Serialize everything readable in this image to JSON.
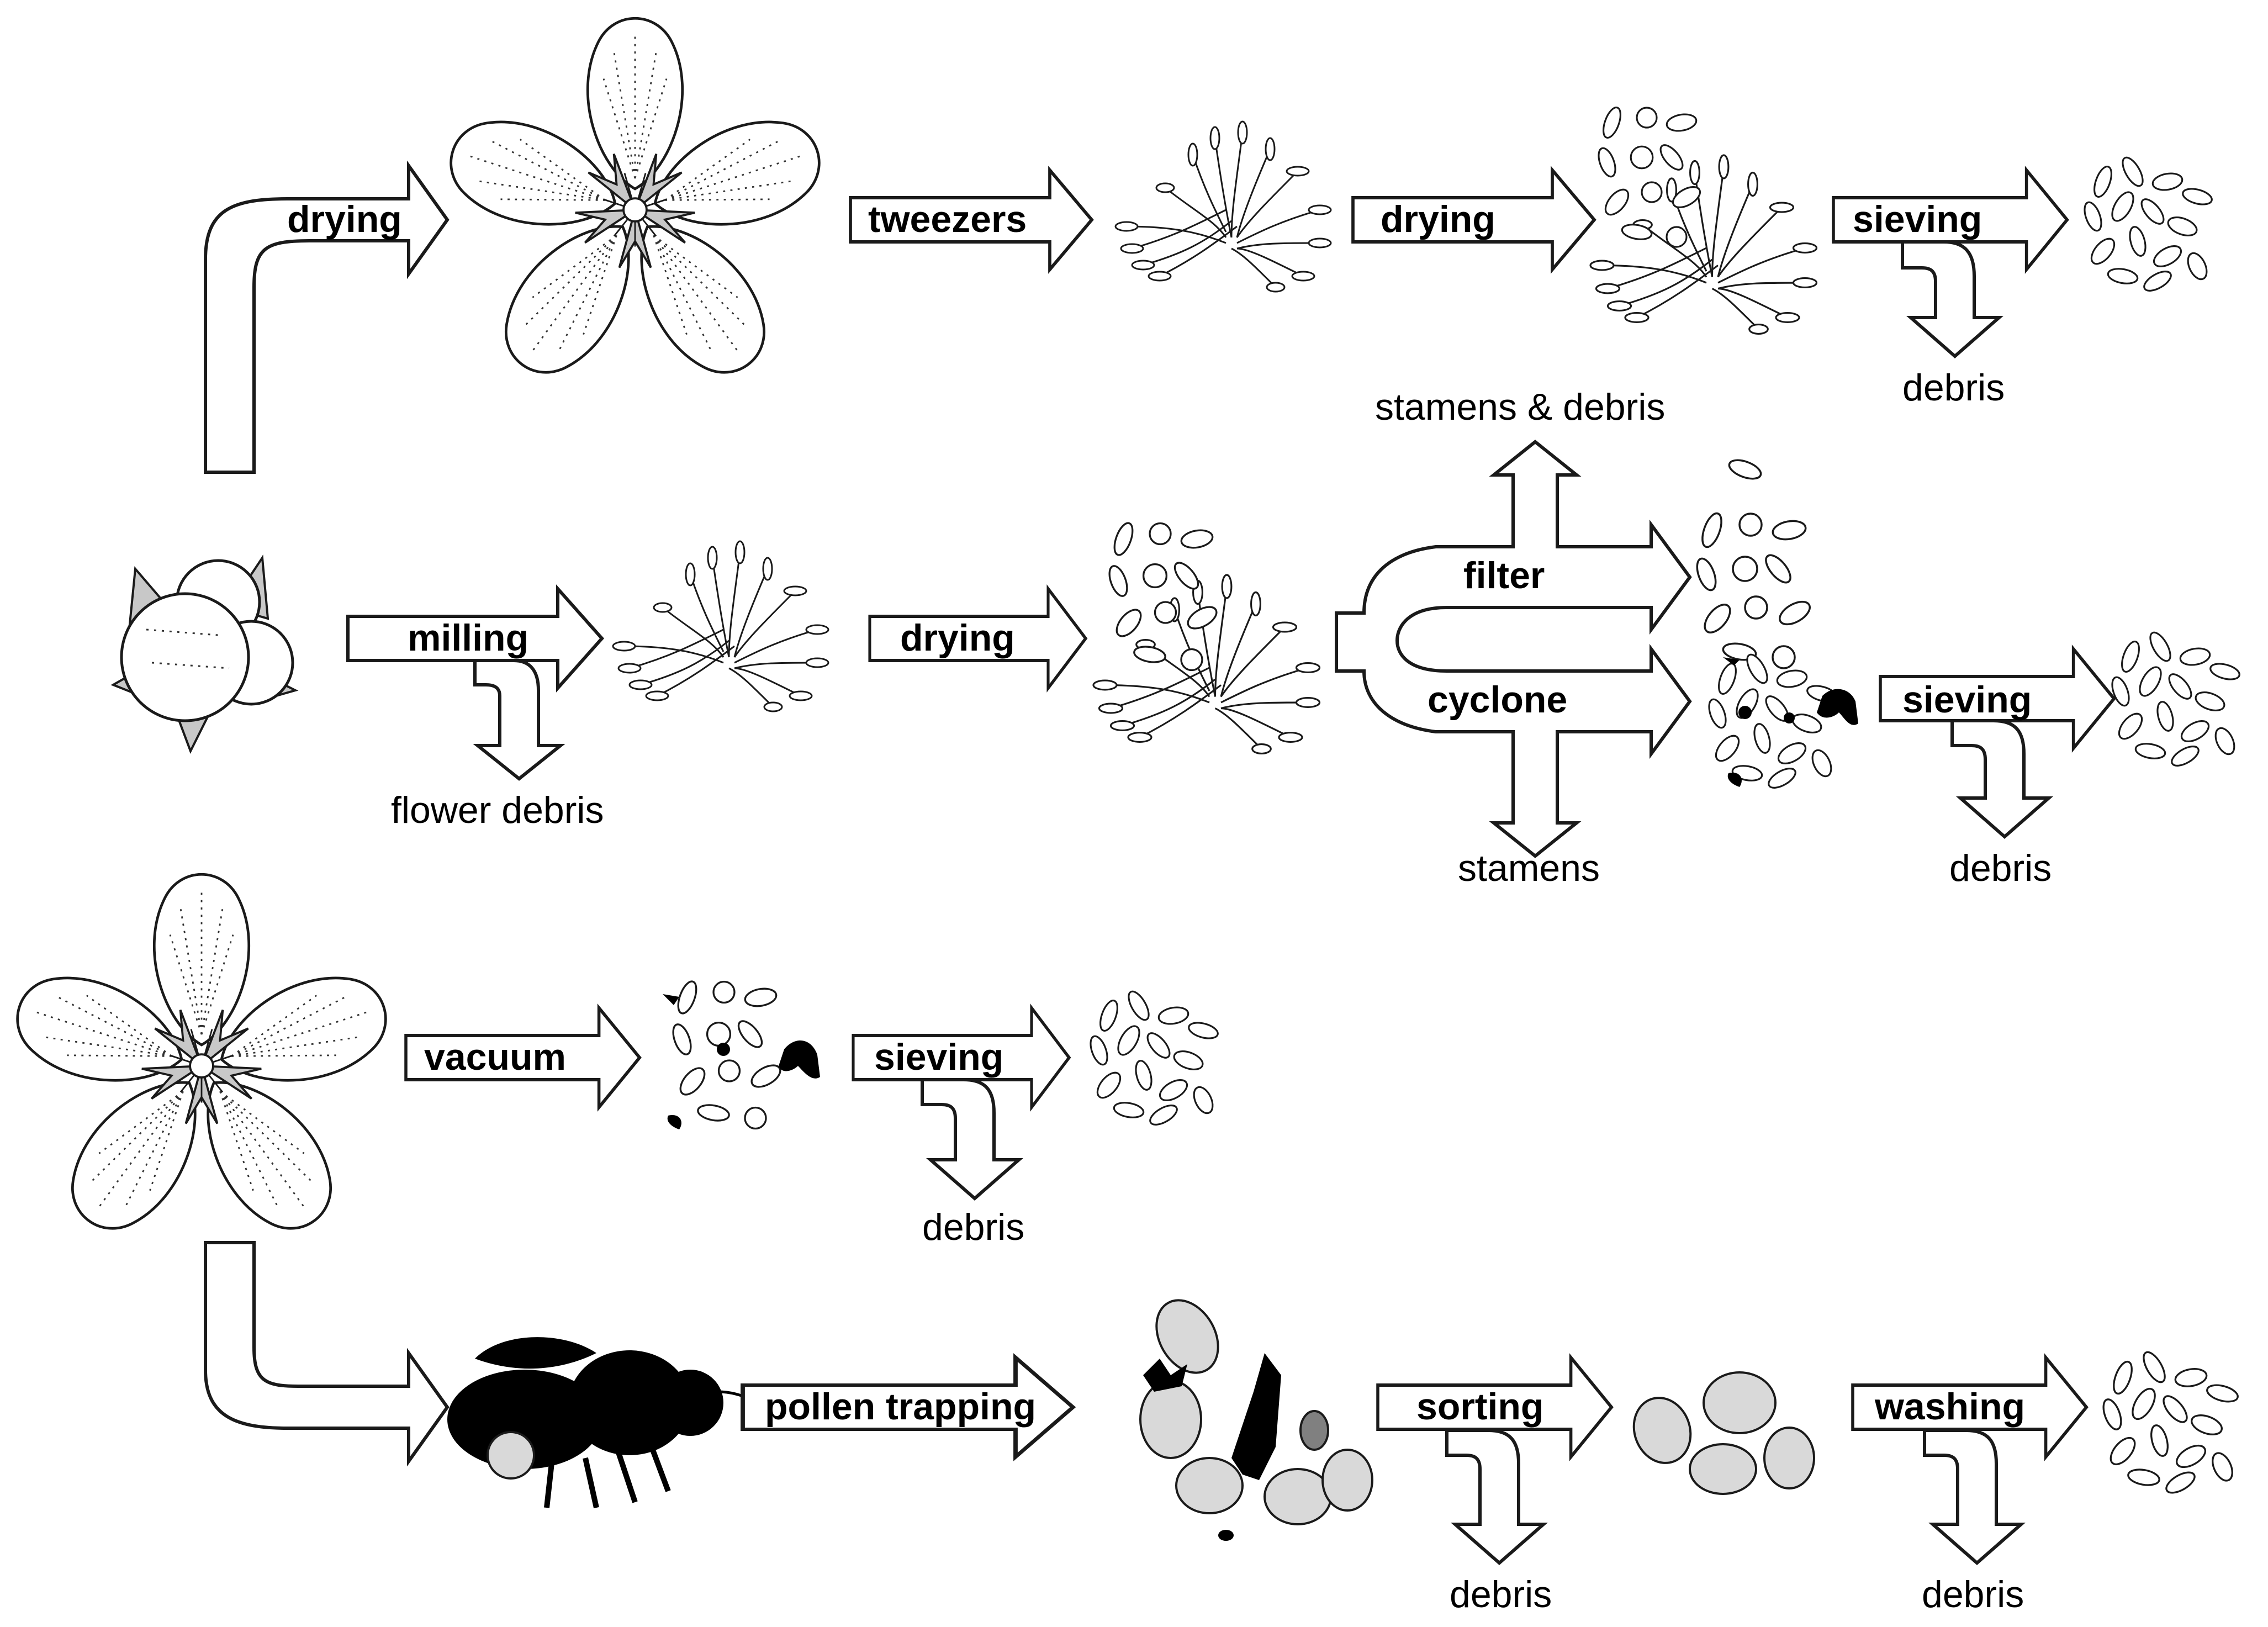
{
  "row1": {
    "drying_label": "drying",
    "tweezers_label": "tweezers",
    "drying2_label": "drying",
    "sieving_label": "sieving",
    "debris_label": "debris"
  },
  "row2": {
    "milling_label": "milling",
    "flower_debris_label": "flower debris",
    "drying_label": "drying",
    "stamens_debris_label": "stamens & debris",
    "filter_label": "filter",
    "cyclone_label": "cyclone",
    "stamens_label": "stamens",
    "sieving_label": "sieving",
    "debris_label": "debris"
  },
  "row3": {
    "vacuum_label": "vacuum",
    "sieving_label": "sieving",
    "debris_label": "debris"
  },
  "row4": {
    "pollen_trapping_label": "pollen trapping",
    "sorting_label": "sorting",
    "sorting_debris_label": "debris",
    "washing_label": "washing",
    "washing_debris_label": "debris"
  }
}
